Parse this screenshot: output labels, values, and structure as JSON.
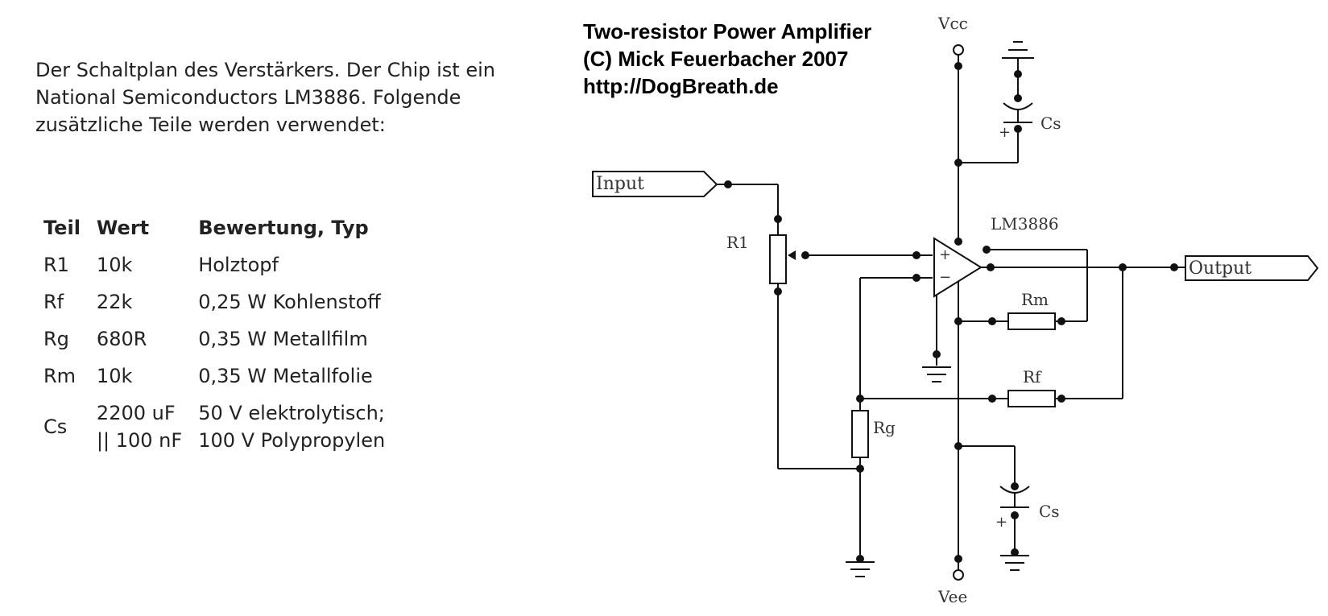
{
  "intro_text": "Der Schaltplan des Verstärkers. Der Chip ist ein National Semiconductors LM3886. Folgende zusätzliche Teile werden verwendet:",
  "parts_table": {
    "headers": [
      "Teil",
      "Wert",
      "Bewertung, Typ"
    ],
    "rows": [
      {
        "part": "R1",
        "value": "10k",
        "rating": "Holztopf"
      },
      {
        "part": "Rf",
        "value": "22k",
        "rating": "0,25 W Kohlenstoff"
      },
      {
        "part": "Rg",
        "value": "680R",
        "rating": "0,35 W Metallfilm"
      },
      {
        "part": "Rm",
        "value": "10k",
        "rating": "0,35 W Metallfolie"
      },
      {
        "part": "Cs",
        "value_line1": "2200 uF",
        "value_line2": "|| 100 nF",
        "rating_line1": "50 V elektrolytisch;",
        "rating_line2": "100 V Polypropylen"
      }
    ]
  },
  "schematic": {
    "title_lines": [
      "Two-resistor Power Amplifier",
      "(C) Mick Feuerbacher 2007",
      "http://DogBreath.de"
    ],
    "labels": {
      "vcc": "Vcc",
      "vee": "Vee",
      "input": "Input",
      "output": "Output",
      "chip": "LM3886",
      "r1": "R1",
      "rm": "Rm",
      "rf": "Rf",
      "rg": "Rg",
      "cs_top": "Cs",
      "cs_bottom": "Cs",
      "plus": "+",
      "minus": "−",
      "cap_plus": "+"
    }
  }
}
